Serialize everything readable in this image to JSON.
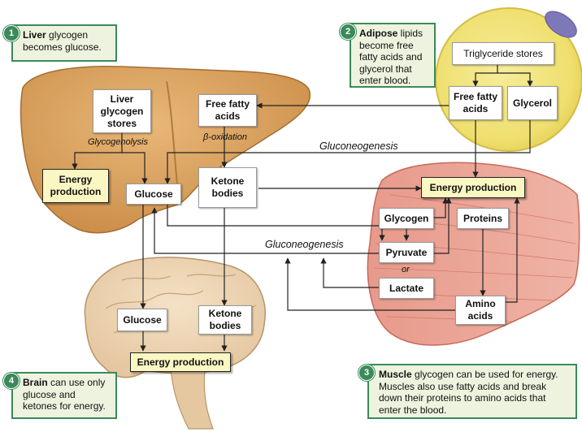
{
  "callouts": {
    "c1": {
      "number": "1",
      "bold": "Liver",
      "rest": " glycogen becomes glucose."
    },
    "c2": {
      "number": "2",
      "bold": "Adipose",
      "rest": " lipids become free fatty acids and glycerol that enter blood."
    },
    "c3": {
      "number": "3",
      "bold": "Muscle",
      "rest": " glycogen can be used for energy. Muscles also use fatty acids and break down their proteins to amino acids that enter the blood."
    },
    "c4": {
      "number": "4",
      "bold": "Brain",
      "rest": " can use only glucose and ketones for energy."
    }
  },
  "liver": {
    "glycogen_stores": "Liver\nglycogen\nstores",
    "glycogenolysis": "Glycogenolysis",
    "energy_production": "Energy\nproduction",
    "glucose": "Glucose",
    "free_fatty_acids": "Free fatty\nacids",
    "beta_oxidation": "β-oxidation",
    "ketone_bodies": "Ketone\nbodies"
  },
  "adipose": {
    "triglyceride_stores": "Triglyceride stores",
    "free_fatty_acids": "Free fatty\nacids",
    "glycerol": "Glycerol"
  },
  "muscle": {
    "energy_production": "Energy production",
    "glycogen": "Glycogen",
    "proteins": "Proteins",
    "pyruvate": "Pyruvate",
    "or": "or",
    "lactate": "Lactate",
    "amino_acids": "Amino\nacids"
  },
  "brain": {
    "glucose": "Glucose",
    "ketone_bodies": "Ketone\nbodies",
    "energy_production": "Energy production"
  },
  "labels": {
    "gluconeogenesis_top": "Gluconeogenesis",
    "gluconeogenesis_mid": "Gluconeogenesis"
  },
  "colors": {
    "liver": "#d9a05b",
    "adipose": "#f3e27a",
    "muscle": "#e8a192",
    "brain": "#eed3b0",
    "callout_border": "#3a8a5a",
    "callout_fill": "#eef3df",
    "energy_box": "#fbf7c2"
  }
}
